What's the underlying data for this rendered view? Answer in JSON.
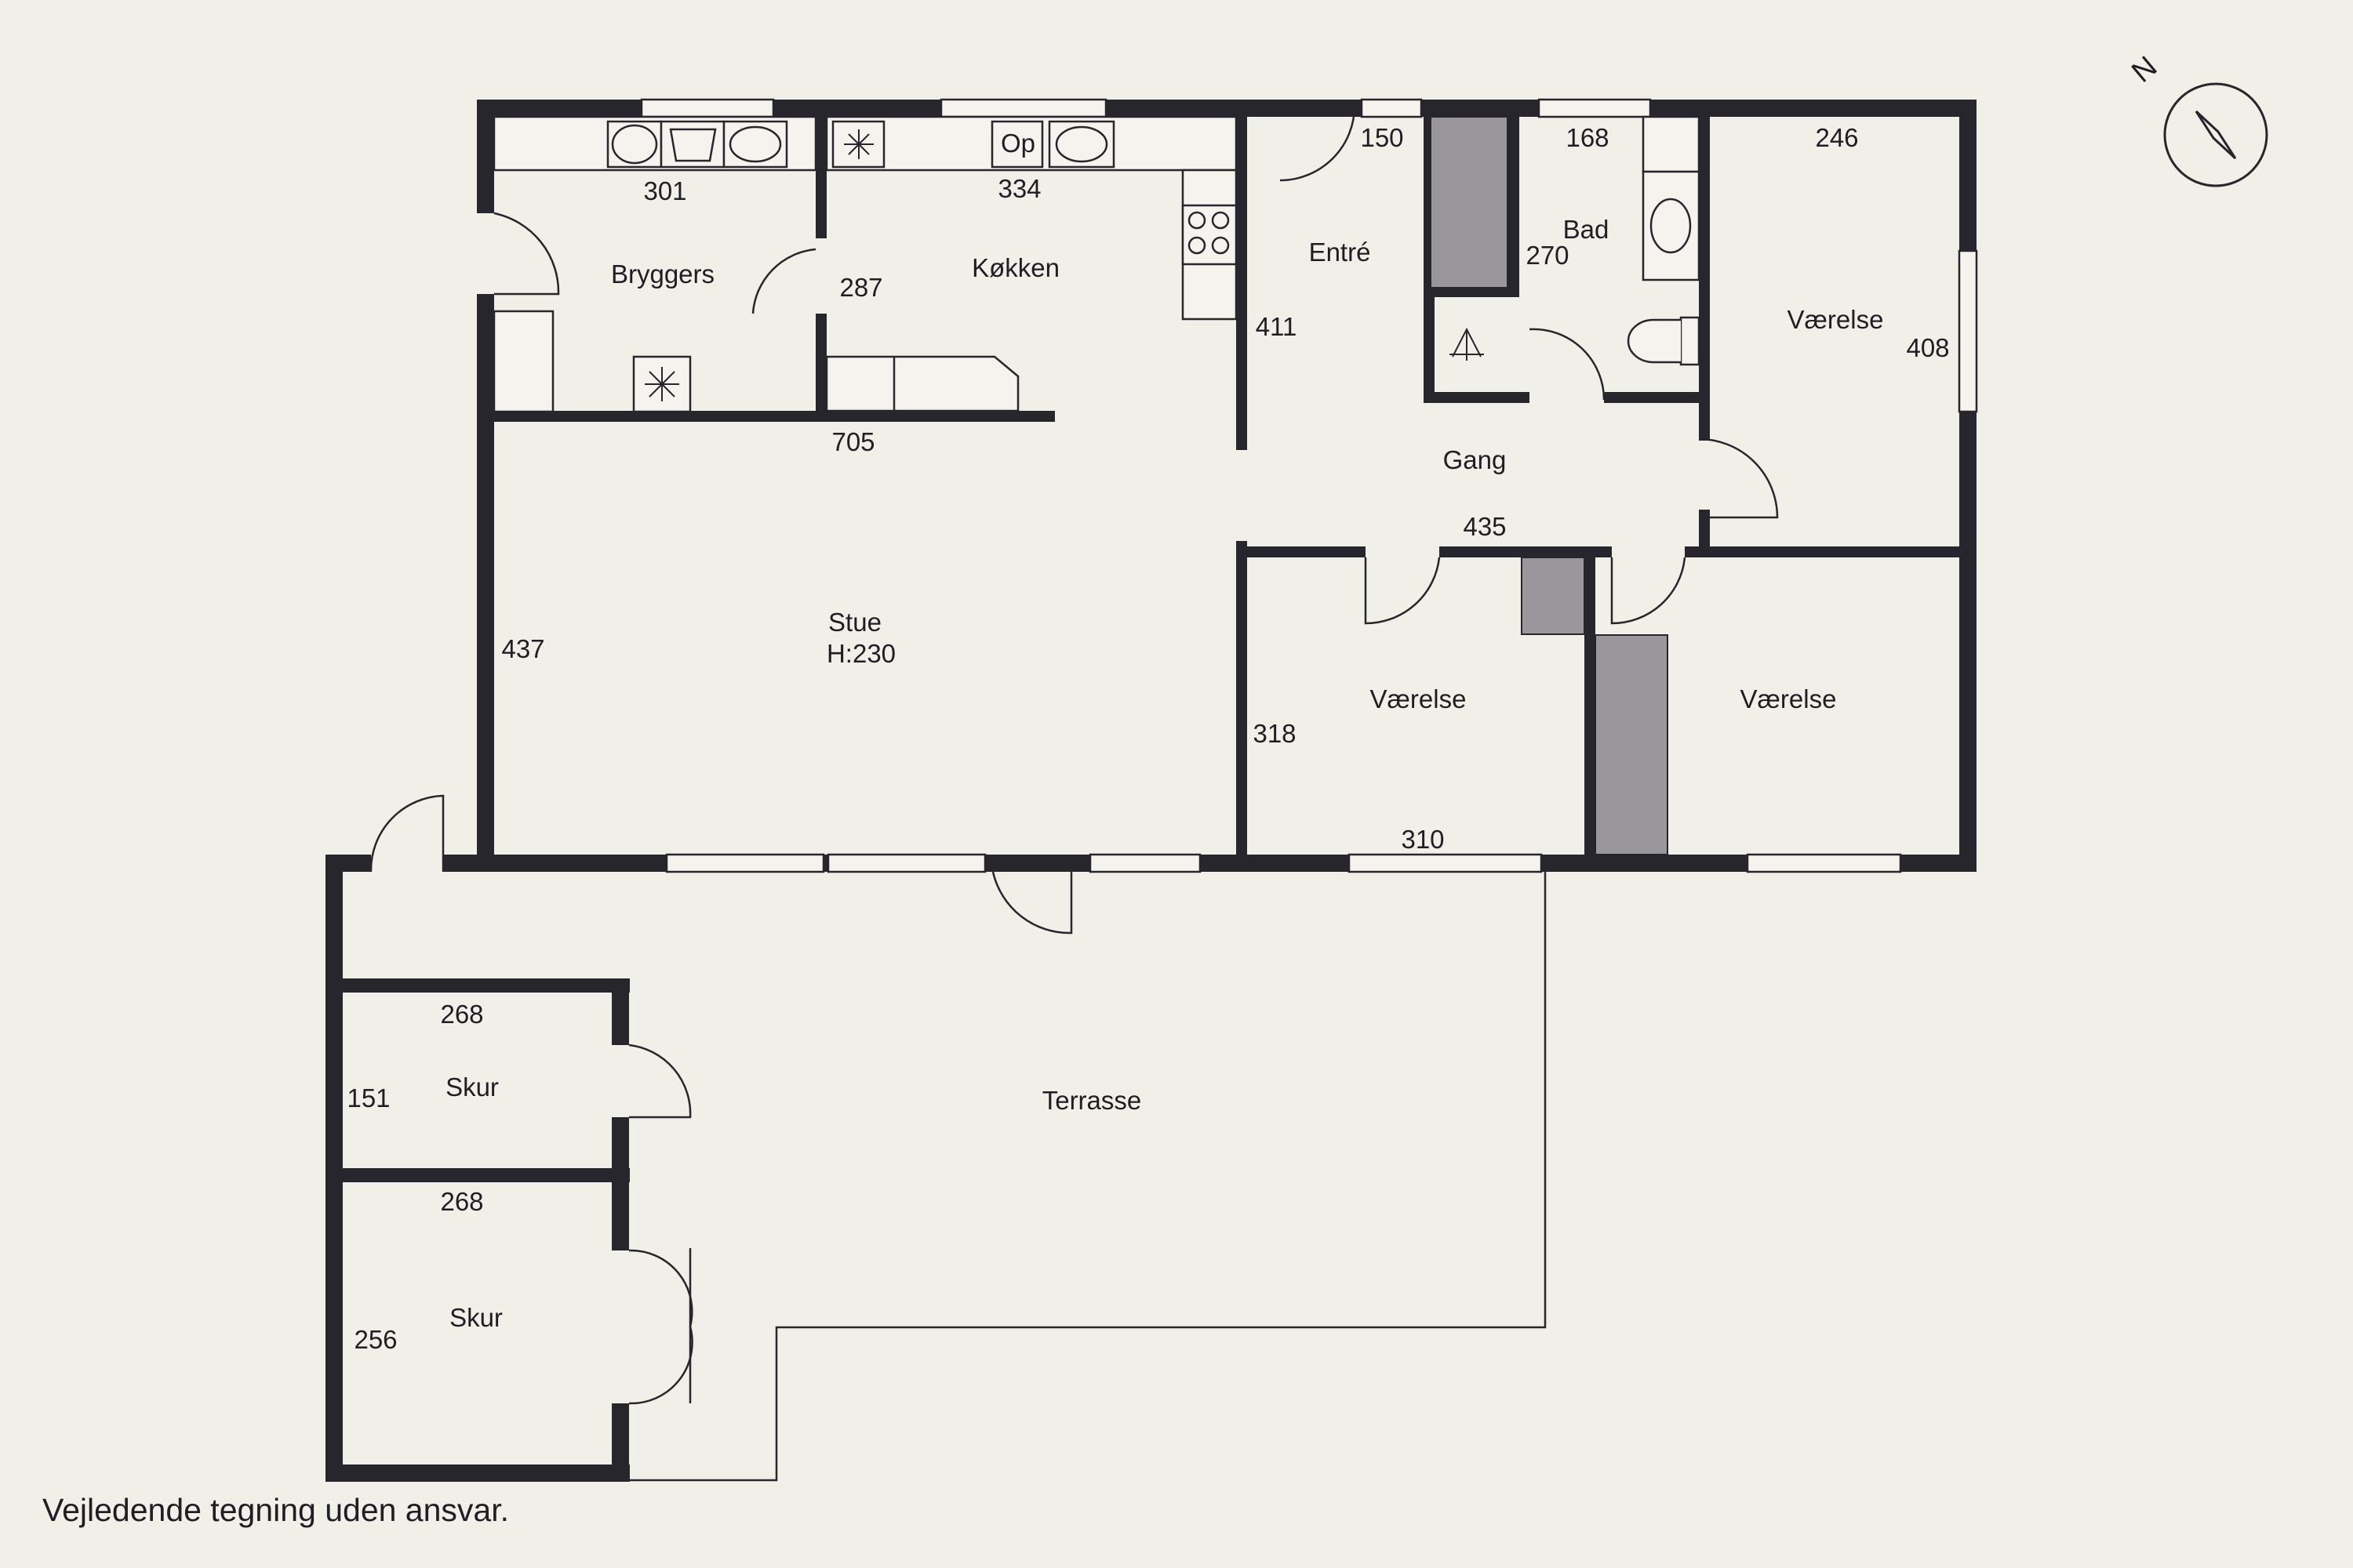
{
  "rooms": {
    "bryggers": "Bryggers",
    "koekken": "Køkken",
    "op": "Op",
    "entre": "Entré",
    "bad": "Bad",
    "vaerelse_ne": "Værelse",
    "gang": "Gang",
    "stue": "Stue",
    "stue_height": "H:230",
    "vaerelse_s1": "Værelse",
    "vaerelse_s2": "Værelse",
    "skur_1": "Skur",
    "skur_2": "Skur",
    "terrasse": "Terrasse"
  },
  "dimensions": {
    "bryggers_width": "301",
    "koekken_width": "334",
    "koekken_depth": "287",
    "stue_width": "705",
    "stue_depth": "437",
    "entre_width": "150",
    "entre_depth": "411",
    "bad_width": "168",
    "bad_depth": "270",
    "vaerelse_ne_width": "246",
    "vaerelse_ne_depth": "408",
    "gang_width": "435",
    "vaerelse_s1_width": "310",
    "vaerelse_s1_depth": "318",
    "skur_1_width": "268",
    "skur_1_depth": "151",
    "skur_2_width": "268",
    "skur_2_depth": "256"
  },
  "compass": {
    "north_label": "N"
  },
  "disclaimer": "Vejledende tegning uden ansvar.",
  "colors": {
    "wall": "#28262d",
    "background": "#f0efe8",
    "chimney": "#9a979c"
  }
}
